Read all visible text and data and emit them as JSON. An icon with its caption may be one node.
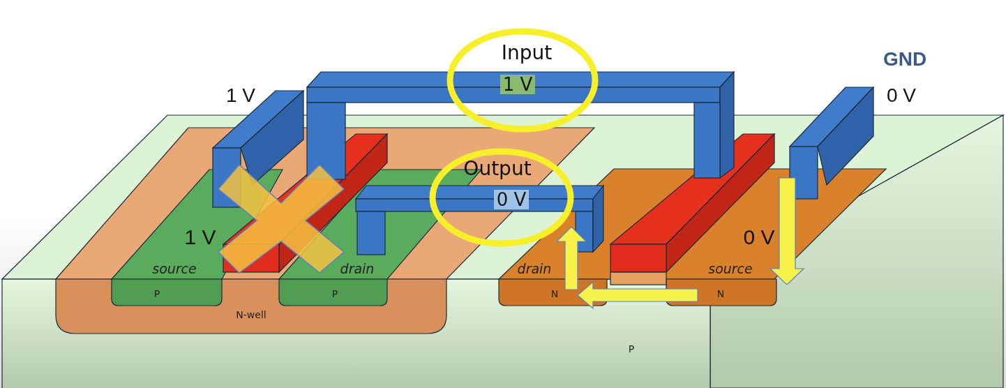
{
  "diagram": {
    "nodes": [
      {
        "text": [
          "Input",
          "1 V"
        ]
      },
      {
        "text": [
          "Output",
          "0 V"
        ]
      }
    ],
    "labels": [
      "GND",
      "1 V",
      "0 V",
      "1 V",
      "0 V",
      "source",
      "drain",
      "drain",
      "source",
      "P",
      "P",
      "N",
      "N",
      "N-well",
      "P"
    ]
  }
}
